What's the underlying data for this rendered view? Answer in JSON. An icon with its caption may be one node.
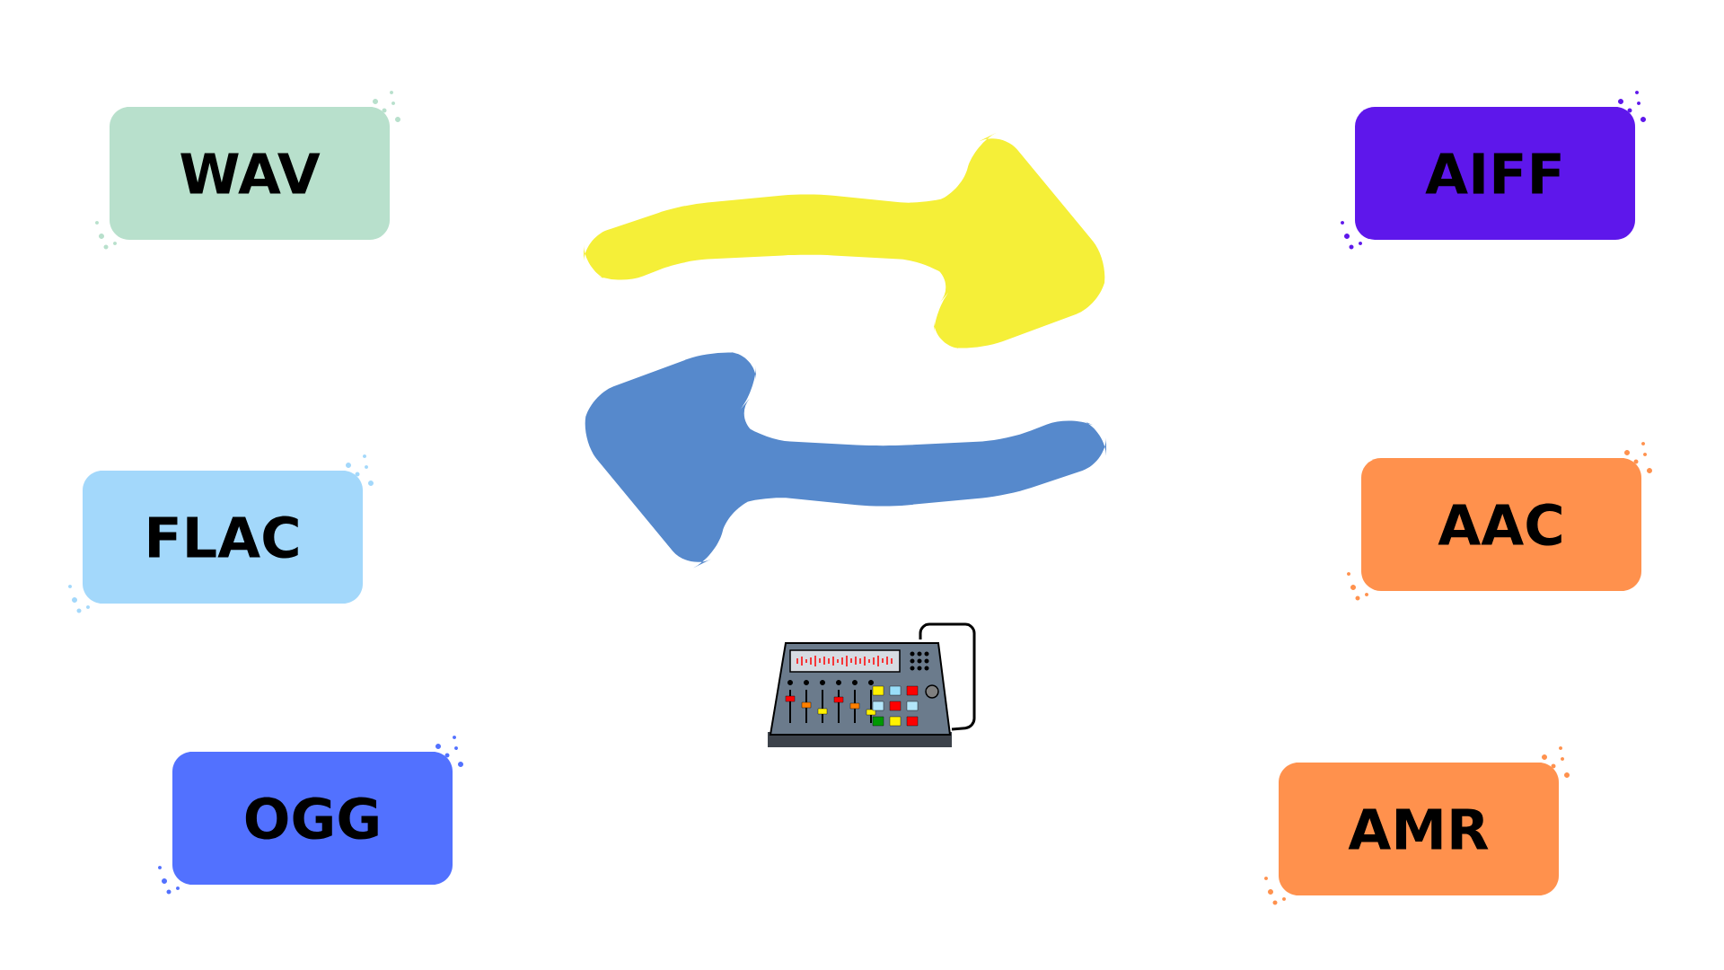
{
  "diagram": {
    "nodes": [
      {
        "text": [
          "WAV"
        ]
      },
      {
        "text": [
          "AIFF"
        ]
      },
      {
        "text": [
          "FLAC"
        ]
      },
      {
        "text": [
          "AAC"
        ]
      },
      {
        "text": [
          "OGG"
        ]
      },
      {
        "text": [
          "AMR"
        ]
      }
    ]
  }
}
